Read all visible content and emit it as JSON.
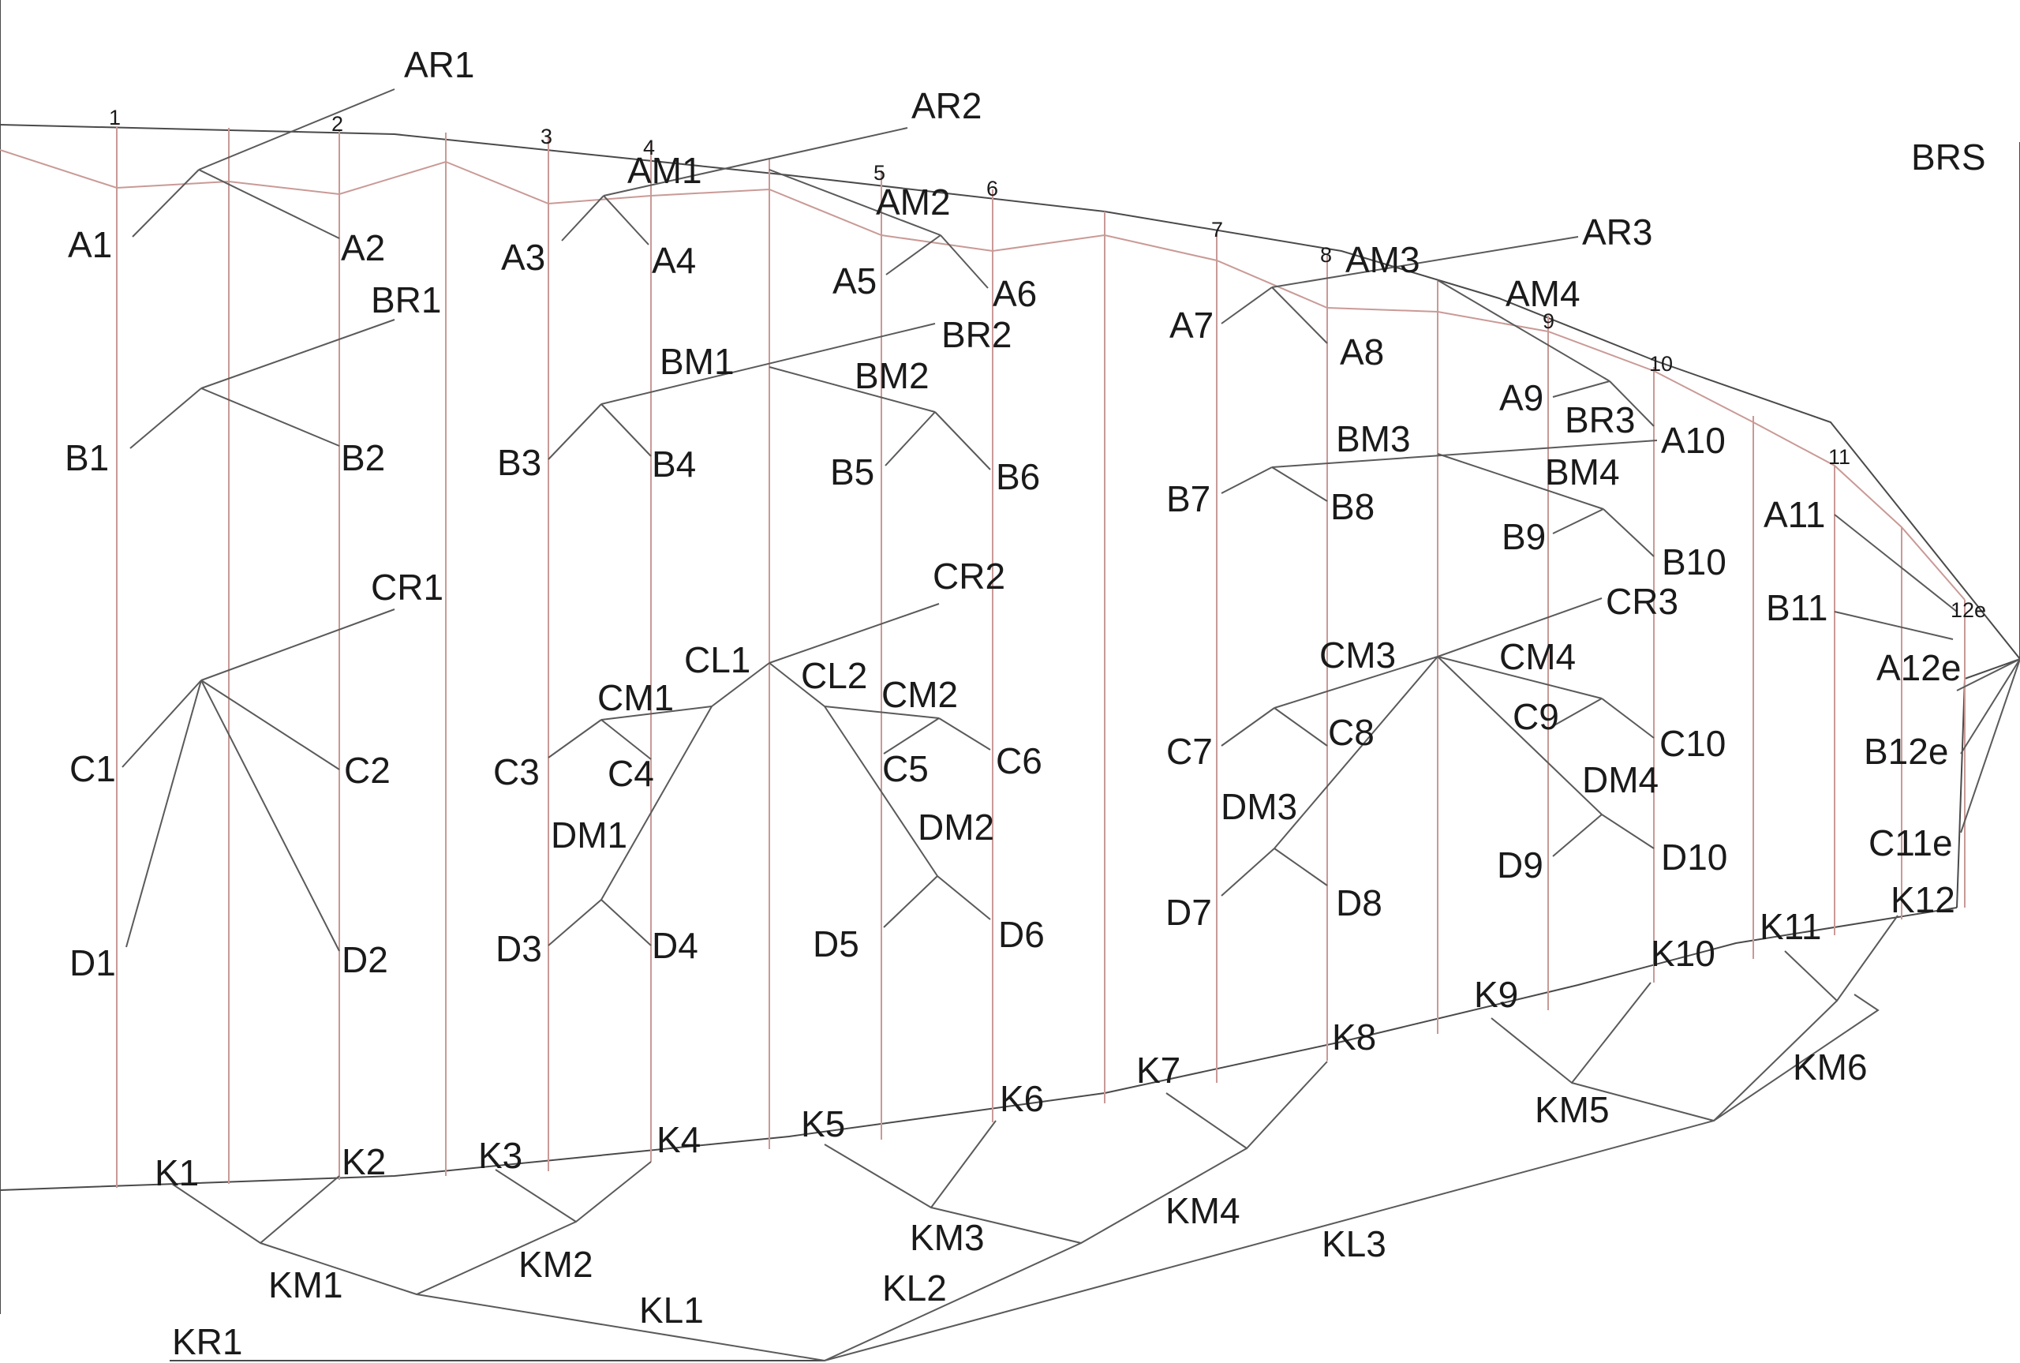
{
  "stations": [
    "1",
    "2",
    "3",
    "4",
    "5",
    "6",
    "7",
    "8",
    "9",
    "10",
    "11",
    "12e"
  ],
  "brs_label": "BRS",
  "nodes": {
    "AR1": "AR1",
    "AR2": "AR2",
    "AR3": "AR3",
    "AM1": "AM1",
    "AM2": "AM2",
    "AM3": "AM3",
    "AM4": "AM4",
    "A1": "A1",
    "A2": "A2",
    "A3": "A3",
    "A4": "A4",
    "A5": "A5",
    "A6": "A6",
    "A7": "A7",
    "A8": "A8",
    "A9": "A9",
    "A10": "A10",
    "A11": "A11",
    "A12e": "A12e",
    "BR1": "BR1",
    "BR2": "BR2",
    "BR3": "BR3",
    "BM1": "BM1",
    "BM2": "BM2",
    "BM3": "BM3",
    "BM4": "BM4",
    "B1": "B1",
    "B2": "B2",
    "B3": "B3",
    "B4": "B4",
    "B5": "B5",
    "B6": "B6",
    "B7": "B7",
    "B8": "B8",
    "B9": "B9",
    "B10": "B10",
    "B11": "B11",
    "B12e": "B12e",
    "CR1": "CR1",
    "CR2": "CR2",
    "CR3": "CR3",
    "CL1": "CL1",
    "CL2": "CL2",
    "CM1": "CM1",
    "CM2": "CM2",
    "CM3": "CM3",
    "CM4": "CM4",
    "C1": "C1",
    "C2": "C2",
    "C3": "C3",
    "C4": "C4",
    "C5": "C5",
    "C6": "C6",
    "C7": "C7",
    "C8": "C8",
    "C9": "C9",
    "C10": "C10",
    "C11e": "C11e",
    "DM1": "DM1",
    "DM2": "DM2",
    "DM3": "DM3",
    "DM4": "DM4",
    "D1": "D1",
    "D2": "D2",
    "D3": "D3",
    "D4": "D4",
    "D5": "D5",
    "D6": "D6",
    "D7": "D7",
    "D8": "D8",
    "D9": "D9",
    "D10": "D10",
    "K1": "K1",
    "K2": "K2",
    "K3": "K3",
    "K4": "K4",
    "K5": "K5",
    "K6": "K6",
    "K7": "K7",
    "K8": "K8",
    "K9": "K9",
    "K10": "K10",
    "K11": "K11",
    "K12": "K12",
    "KM1": "KM1",
    "KM2": "KM2",
    "KM3": "KM3",
    "KM4": "KM4",
    "KM5": "KM5",
    "KM6": "KM6",
    "KL1": "KL1",
    "KL2": "KL2",
    "KL3": "KL3",
    "KR1": "KR1"
  },
  "colors": {
    "structure_lines": "#5a5a5a",
    "station_grid": "#c99a96",
    "text": "#1a1a1a"
  }
}
